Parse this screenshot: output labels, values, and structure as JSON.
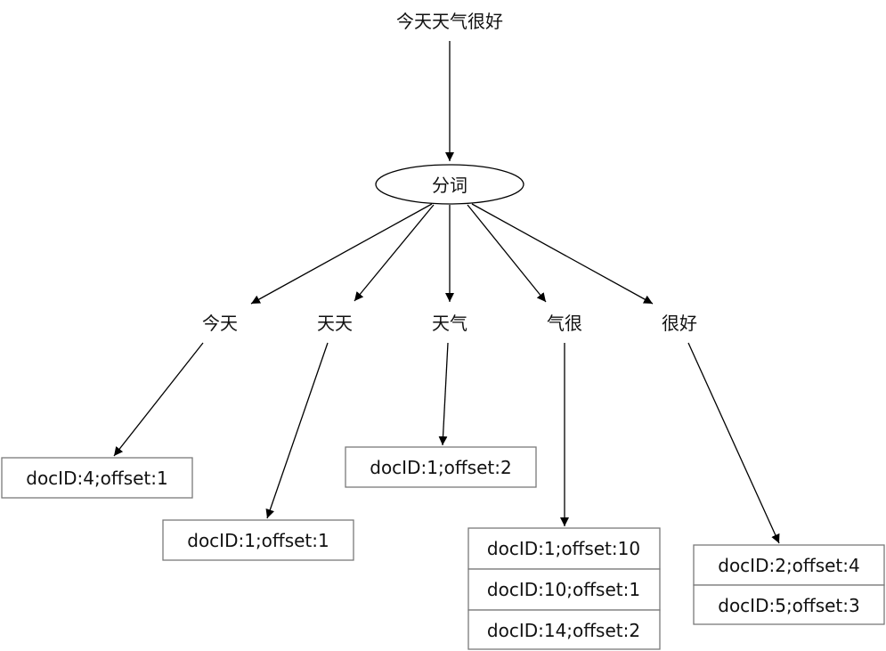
{
  "source_text": "今天天气很好",
  "process_node": "分词",
  "tokens": [
    {
      "term": "今天",
      "postings": [
        "docID:4;offset:1"
      ]
    },
    {
      "term": "天天",
      "postings": [
        "docID:1;offset:1"
      ]
    },
    {
      "term": "天气",
      "postings": [
        "docID:1;offset:2"
      ]
    },
    {
      "term": "气很",
      "postings": [
        "docID:1;offset:10",
        "docID:10;offset:1",
        "docID:14;offset:2"
      ]
    },
    {
      "term": "很好",
      "postings": [
        "docID:2;offset:4",
        "docID:5;offset:3"
      ]
    }
  ]
}
